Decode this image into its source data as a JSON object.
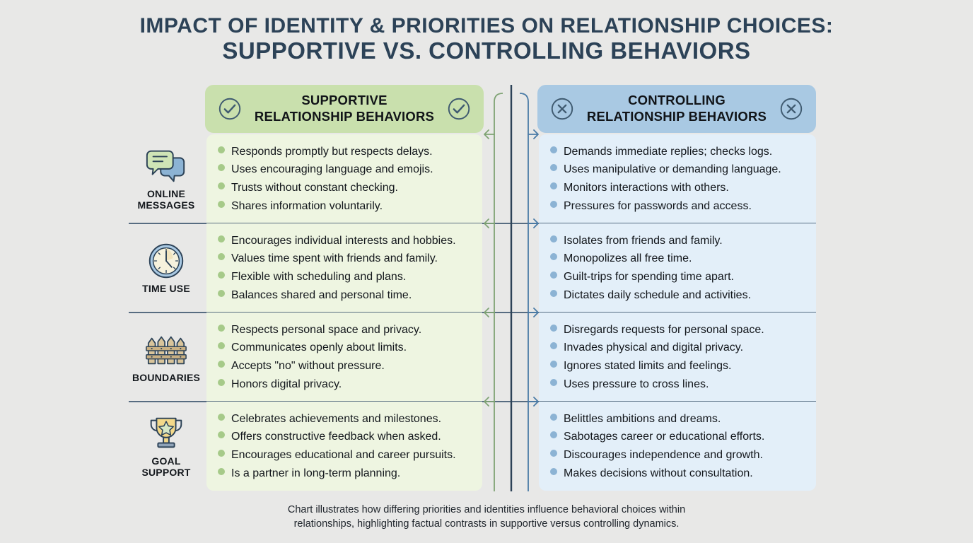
{
  "title": {
    "line1": "IMPACT OF IDENTITY & PRIORITIES ON RELATIONSHIP CHOICES:",
    "line2": "SUPPORTIVE VS. CONTROLLING BEHAVIORS"
  },
  "columns": {
    "supportive": {
      "label": "SUPPORTIVE\nRELATIONSHIP BEHAVIORS",
      "line1": "SUPPORTIVE",
      "line2": "RELATIONSHIP BEHAVIORS",
      "icon": "check-circle-icon",
      "header_color": "#c9e0ad",
      "panel_color": "#eef5e1",
      "bullet_color": "#a6ca89"
    },
    "controlling": {
      "line1": "CONTROLLING",
      "line2": "RELATIONSHIP BEHAVIORS",
      "icon": "x-circle-icon",
      "header_color": "#a9c9e3",
      "panel_color": "#e3eff9",
      "bullet_color": "#8cb3d4"
    }
  },
  "rows": [
    {
      "category_icon": "chat-bubbles-icon",
      "category_line1": "ONLINE",
      "category_line2": "MESSAGES",
      "supportive": [
        "Responds promptly but respects delays.",
        "Uses encouraging language and emojis.",
        "Trusts without constant checking.",
        "Shares information voluntarily."
      ],
      "controlling": [
        "Demands immediate replies; checks logs.",
        "Uses manipulative or demanding language.",
        "Monitors interactions with others.",
        "Pressures for passwords and access."
      ]
    },
    {
      "category_icon": "clock-icon",
      "category_line1": "TIME USE",
      "category_line2": "",
      "supportive": [
        "Encourages individual interests and hobbies.",
        "Values time spent with friends and family.",
        "Flexible with scheduling and plans.",
        "Balances shared and personal time."
      ],
      "controlling": [
        "Isolates from friends and family.",
        "Monopolizes all free time.",
        "Guilt-trips for spending time apart.",
        "Dictates daily schedule and activities."
      ]
    },
    {
      "category_icon": "fence-icon",
      "category_line1": "BOUNDARIES",
      "category_line2": "",
      "supportive": [
        "Respects personal space and privacy.",
        "Communicates openly about limits.",
        "Accepts \"no\" without pressure.",
        "Honors digital privacy."
      ],
      "controlling": [
        "Disregards requests for personal space.",
        "Invades physical and digital privacy.",
        "Ignores stated limits and feelings.",
        "Uses pressure to cross lines."
      ]
    },
    {
      "category_icon": "trophy-icon",
      "category_line1": "GOAL",
      "category_line2": "SUPPORT",
      "supportive": [
        "Celebrates achievements and milestones.",
        "Offers constructive feedback when asked.",
        "Encourages educational and career pursuits.",
        "Is a partner in long-term planning."
      ],
      "controlling": [
        "Belittles ambitions and dreams.",
        "Sabotages career or educational efforts.",
        "Discourages independence and growth.",
        "Makes decisions without consultation."
      ]
    }
  ],
  "footer": {
    "line1": "Chart illustrates how differing priorities and identities influence behavioral choices within",
    "line2": "relationships, highlighting factual contrasts in supportive versus controlling dynamics."
  },
  "colors": {
    "background": "#e8e8e7",
    "title": "#2c4257",
    "divider": "#3d566e",
    "supportive_arrow": "#7fa374",
    "controlling_arrow": "#4a7ba6"
  }
}
